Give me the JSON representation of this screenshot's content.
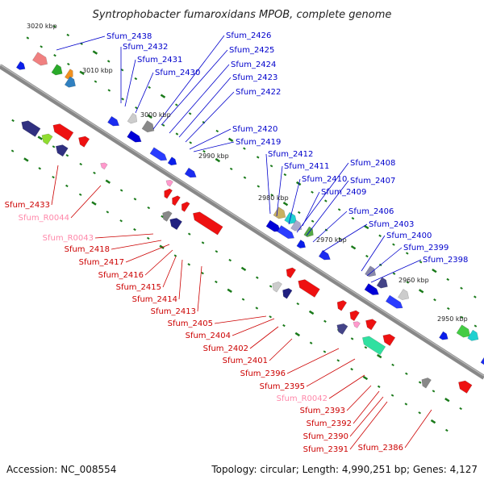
{
  "title": "Syntrophobacter fumaroxidans MPOB, complete genome",
  "footer": {
    "accession": "Accession: NC_008554",
    "summary": "Topology: circular; Length: 4,990,251 bp; Genes: 4,127"
  },
  "colors": {
    "forward_label": "#0000cc",
    "reverse_label": "#cc0000",
    "rna_label": "#ff88aa",
    "backbone": "#888888",
    "tick": "#1a7a1a"
  },
  "kbp_markers": [
    "3020 kbp",
    "3010 kbp",
    "3000 kbp",
    "2990 kbp",
    "2980 kbp",
    "2970 kbp",
    "2960 kbp",
    "2950 kbp"
  ],
  "forward_labels": [
    "Sfum_2438",
    "Sfum_2432",
    "Sfum_2431",
    "Sfum_2430",
    "Sfum_2426",
    "Sfum_2425",
    "Sfum_2424",
    "Sfum_2423",
    "Sfum_2422",
    "Sfum_2420",
    "Sfum_2419",
    "Sfum_2412",
    "Sfum_2411",
    "Sfum_2410",
    "Sfum_2409",
    "Sfum_2408",
    "Sfum_2407",
    "Sfum_2406",
    "Sfum_2403",
    "Sfum_2400",
    "Sfum_2399",
    "Sfum_2398"
  ],
  "reverse_labels": [
    "Sfum_2433",
    "Sfum_R0044",
    "Sfum_R0043",
    "Sfum_2418",
    "Sfum_2417",
    "Sfum_2416",
    "Sfum_2415",
    "Sfum_2414",
    "Sfum_2413",
    "Sfum_2405",
    "Sfum_2404",
    "Sfum_2402",
    "Sfum_2401",
    "Sfum_2396",
    "Sfum_2395",
    "Sfum_R0042",
    "Sfum_2393",
    "Sfum_2392",
    "Sfum_2390",
    "Sfum_2391",
    "Sfum_2386"
  ]
}
